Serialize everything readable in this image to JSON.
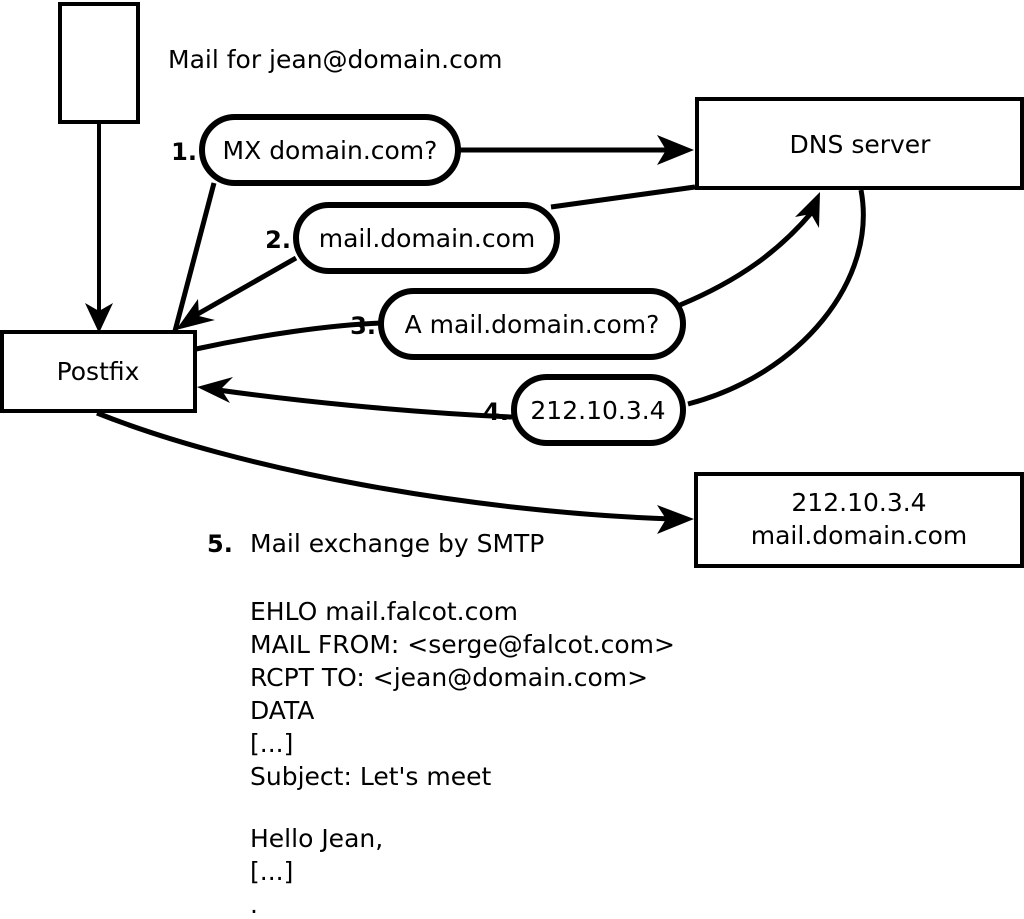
{
  "diagram": {
    "title_caption": "Mail for jean@domain.com",
    "nodes": {
      "inbox": {
        "label": ""
      },
      "postfix": {
        "label": "Postfix"
      },
      "dns_server": {
        "label": "DNS server"
      },
      "mail_server": {
        "line1": "212.10.3.4",
        "line2": "mail.domain.com"
      }
    },
    "steps": [
      {
        "number": "1.",
        "label": "MX domain.com?"
      },
      {
        "number": "2.",
        "label": "mail.domain.com"
      },
      {
        "number": "3.",
        "label": "A mail.domain.com?"
      },
      {
        "number": "4.",
        "label": "212.10.3.4"
      }
    ],
    "step5": {
      "number": "5.",
      "label": "Mail exchange by SMTP"
    },
    "transcript": [
      "EHLO mail.falcot.com",
      "MAIL FROM: <serge@falcot.com>",
      "RCPT TO: <jean@domain.com>",
      "DATA",
      "[...]",
      "Subject: Let's meet",
      "",
      "Hello Jean,",
      "[...]",
      "."
    ],
    "colors": {
      "stroke": "#000000",
      "fill": "#ffffff"
    }
  }
}
